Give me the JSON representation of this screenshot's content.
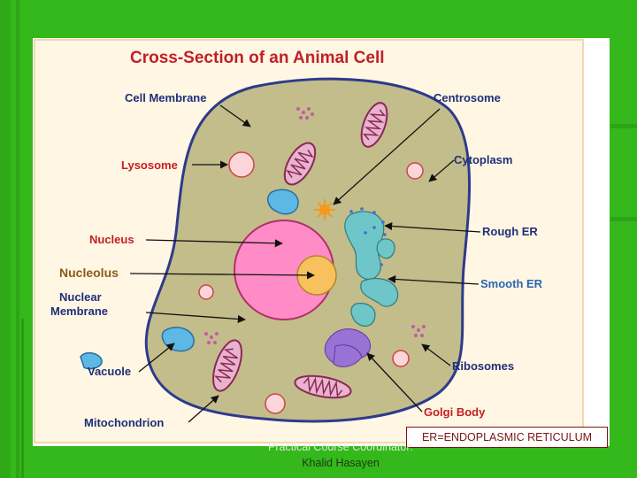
{
  "title": "Cross-Section of an Animal Cell",
  "labels": {
    "cell_membrane": "Cell Membrane",
    "lysosome": "Lysosome",
    "nucleus": "Nucleus",
    "nucleolus": "Nucleolus",
    "nuclear_membrane_1": "Nuclear",
    "nuclear_membrane_2": "Membrane",
    "vacuole": "Vacuole",
    "mitochondrion": "Mitochondrion",
    "centrosome": "Centrosome",
    "cytoplasm": "Cytoplasm",
    "rough_er": "Rough ER",
    "smooth_er": "Smooth ER",
    "ribosomes": "Ribosomes",
    "golgi_body": "Golgi Body"
  },
  "note": "ER=ENDOPLASMIC RETICULUM",
  "footer": {
    "line1": "Practical Course Coordinator:",
    "line2": "Khalid Hasayen"
  },
  "colors": {
    "background": "#33b81a",
    "diagram_panel": "#fff7e3",
    "cytoplasm": "#c2bd8a",
    "membrane": "#2e3a8c",
    "nucleus": "#ff8cc6",
    "nucleolus": "#f7c15d",
    "title": "#c0202a",
    "label_dark": "#1f2f7a",
    "label_red": "#c41e24",
    "label_blue": "#2a64b8",
    "label_brown": "#8c5a18"
  }
}
